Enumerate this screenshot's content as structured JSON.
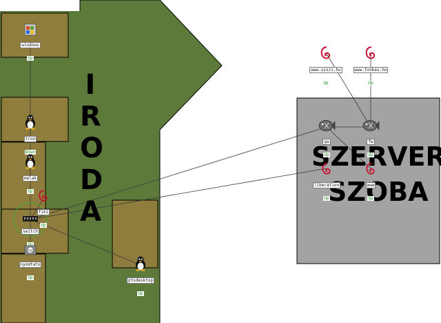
{
  "rooms": {
    "office": {
      "name": "IRODA",
      "color": "#5e7a3a"
    },
    "server": {
      "name_line1": "SZERVER",
      "name_line2": "SZOBA",
      "color": "#a3a3a3"
    }
  },
  "desk_color": "#8f7d3e",
  "link_color": "#3a3a3a",
  "status_color": "#1a8a1a",
  "nodes": [
    {
      "id": "windows",
      "label": "windows",
      "status": "Up",
      "icon": "windows-logo-icon"
    },
    {
      "id": "tron",
      "label": "tron",
      "status": "Down",
      "icon": "tux-linux-icon"
    },
    {
      "id": "melak",
      "label": "melak",
      "status": "Up",
      "icon": "tux-linux-icon"
    },
    {
      "id": "fiki",
      "label": "fiki",
      "status": "Up",
      "icon": "debian-swirl-icon"
    },
    {
      "id": "switch",
      "label": "switch",
      "status": "Up",
      "icon": "network-switch-icon"
    },
    {
      "id": "nyomtato",
      "label": "nyomtato",
      "status": "Up",
      "icon": "hp-printer-icon"
    },
    {
      "id": "ptsdesktop",
      "label": "ptsdesktop",
      "status": "Up",
      "icon": "tux-linux-icon"
    },
    {
      "id": "szszi",
      "label": "www.szszi.hu",
      "status": "Up",
      "icon": "debian-swirl-icon"
    },
    {
      "id": "tonkes",
      "label": "www.tonkes.hu",
      "status": "Up",
      "icon": "debian-swirl-icon"
    },
    {
      "id": "gw",
      "label": "gw",
      "status": "Up",
      "icon": "xen-fish-icon"
    },
    {
      "id": "fw",
      "label": "fw",
      "status": "Up",
      "icon": "xen-fish-icon"
    },
    {
      "id": "liberation",
      "label": "liberation",
      "status": "Up",
      "icon": "debian-swirl-icon"
    },
    {
      "id": "www",
      "label": "www",
      "status": "Up",
      "icon": "debian-swirl-icon"
    }
  ]
}
